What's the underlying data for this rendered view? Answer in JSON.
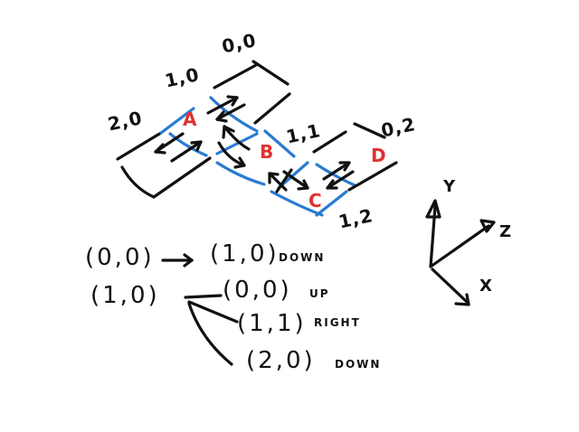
{
  "grid": {
    "coord_labels": [
      "0,0",
      "1,0",
      "2,0",
      "1,1",
      "0,2",
      "1,2"
    ],
    "cell_labels": [
      "A",
      "B",
      "C",
      "D"
    ]
  },
  "transitions": {
    "row1": {
      "from": "(0,0)",
      "to": "(1,0)",
      "direction": "DOWN"
    },
    "row2": {
      "from": "(1,0)",
      "targets": [
        {
          "to": "(0,0)",
          "direction": "UP"
        },
        {
          "to": "(1,1)",
          "direction": "RIGHT"
        },
        {
          "to": "(2,0)",
          "direction": "DOWN"
        }
      ]
    }
  },
  "axes": {
    "y": "Y",
    "z": "Z",
    "x": "X"
  },
  "colors": {
    "ink": "#111111",
    "highlight": "#2a7bd0",
    "cell_label": "#e03131"
  }
}
